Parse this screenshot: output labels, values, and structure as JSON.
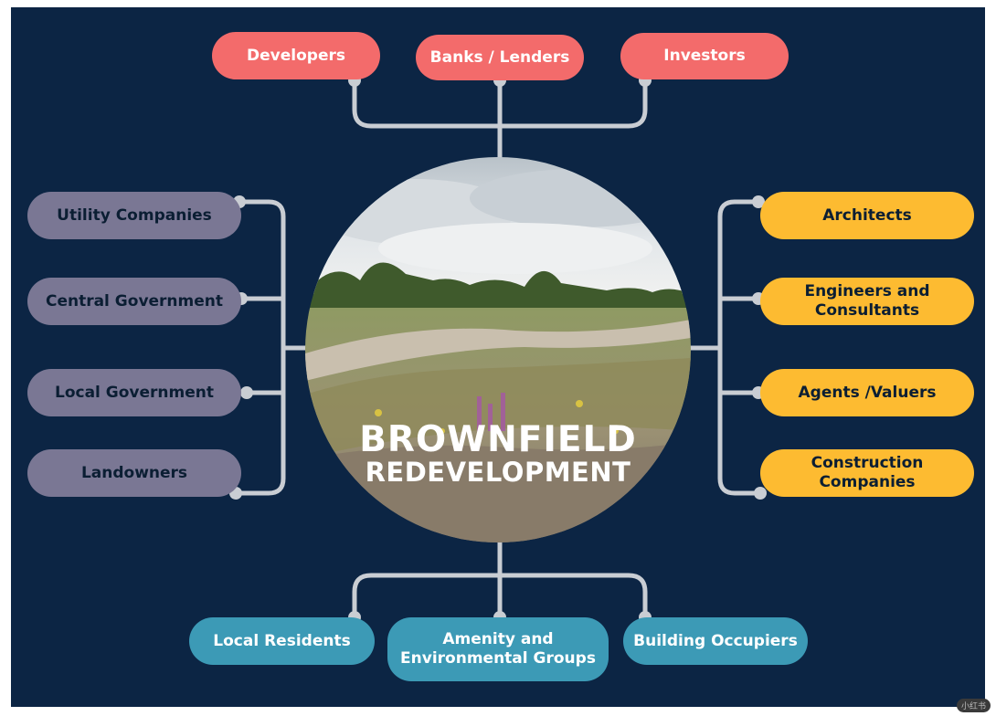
{
  "title_line1": "BROWNFIELD",
  "title_line2": "REDEVELOPMENT",
  "top": [
    "Developers",
    "Banks / Lenders",
    "Investors"
  ],
  "left": [
    "Utility Companies",
    "Central Government",
    "Local Government",
    "Landowners"
  ],
  "right": [
    "Architects",
    "Engineers and\nConsultants",
    "Agents /Valuers",
    "Construction\nCompanies"
  ],
  "bottom": [
    "Local Residents",
    "Amenity and\nEnvironmental Groups",
    "Building Occupiers"
  ],
  "colors": {
    "background": "#0c2544",
    "top": "#f36b6b",
    "left": "#7a7794",
    "right": "#fdbb31",
    "bottom": "#3c9ab6",
    "connector": "#c9cdd3"
  },
  "watermark": "小红书"
}
